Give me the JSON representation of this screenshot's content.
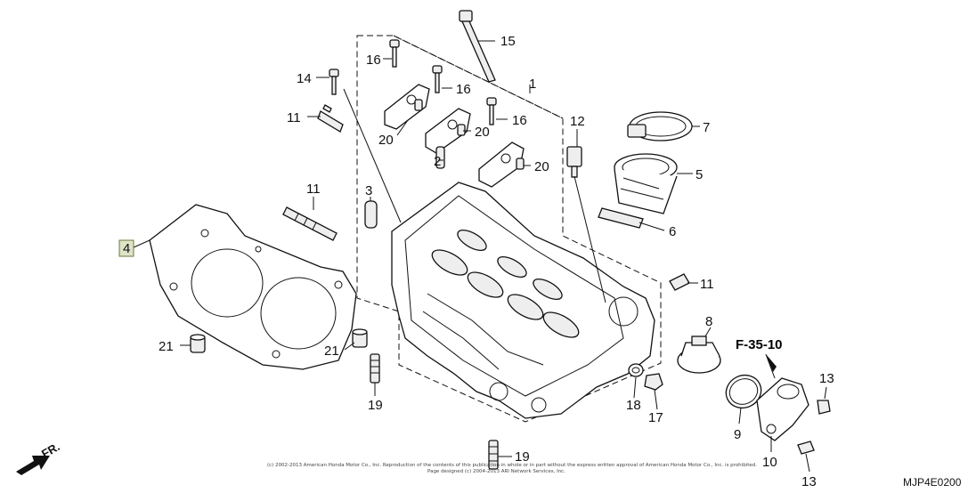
{
  "labels": {
    "p1": "1",
    "p2": "2",
    "p3": "3",
    "p4": "4",
    "p5": "5",
    "p6": "6",
    "p7": "7",
    "p8": "8",
    "p9": "9",
    "p10": "10",
    "p11a": "11",
    "p11b": "11",
    "p11c": "11",
    "p12": "12",
    "p13a": "13",
    "p13b": "13",
    "p14": "14",
    "p15": "15",
    "p16a": "16",
    "p16b": "16",
    "p16c": "16",
    "p17": "17",
    "p18": "18",
    "p19a": "19",
    "p19b": "19",
    "p20a": "20",
    "p20b": "20",
    "p20c": "20",
    "p21a": "21",
    "p21b": "21"
  },
  "reference": "F-35-10",
  "direction": "FR.",
  "diagram_code": "MJP4E0200",
  "copyright": {
    "line1": "(c) 2002-2013 American Honda Motor Co., Inc. Reproduction of the contents of this publication in whole or in part without the express written approval of American Honda Motor Co., Inc. is prohibited.",
    "line2": "Page designed (c) 2004-2013 ARI Network Services, Inc."
  },
  "colors": {
    "line": "#111111",
    "highlight": "#dde4c8"
  }
}
